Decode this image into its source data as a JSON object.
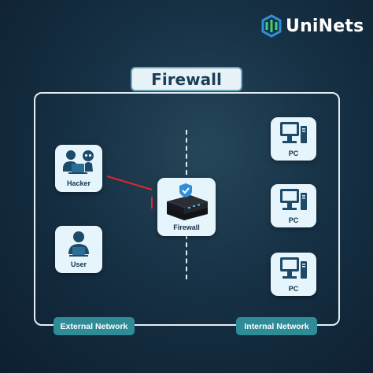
{
  "brand": {
    "name": "UniNets"
  },
  "title": "Firewall",
  "nodes": {
    "hacker": "Hacker",
    "user": "User",
    "firewall": "Firewall",
    "pc1": "PC",
    "pc2": "PC",
    "pc3": "PC"
  },
  "networks": {
    "external": "External Network",
    "internal": "Internal Network"
  },
  "colors": {
    "brand_green": "#3fd17a",
    "brand_blue": "#2f8fd8",
    "attack_line": "#e0252b",
    "label_teal": "#2f8c97"
  }
}
